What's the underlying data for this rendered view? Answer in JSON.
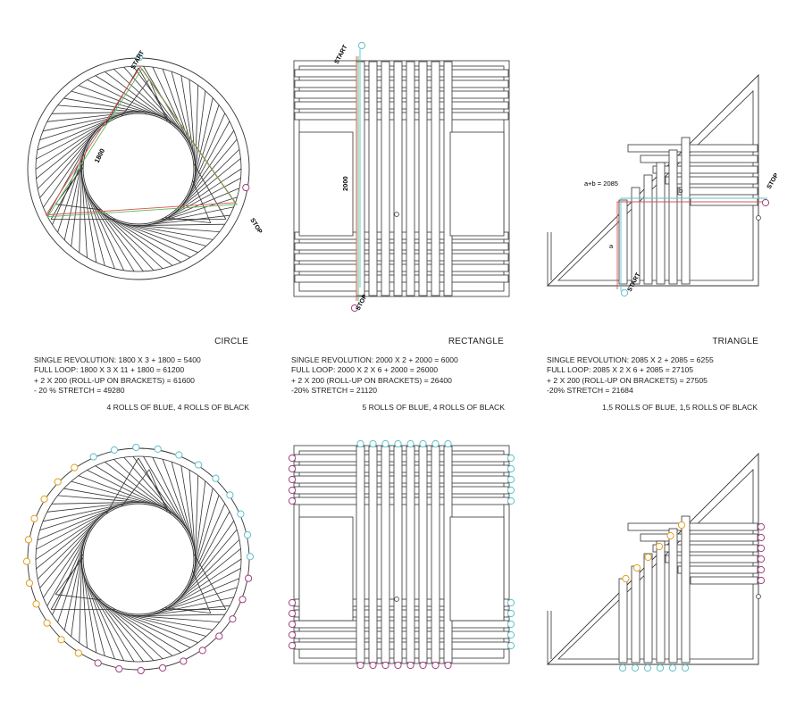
{
  "palette": {
    "line": "#333333",
    "blue_marker": "#5fc1c8",
    "purple_marker": "#a0407f",
    "yellow_marker": "#e0a020",
    "red_route": "#d9534f",
    "green_route": "#5cb85c"
  },
  "circle": {
    "title": "CIRCLE",
    "start_label": "START",
    "stop_label": "STOP",
    "dimension_label": "1800",
    "calc_lines": [
      "SINGLE REVOLUTION: 1800 X 3 + 1800 = 5400",
      "FULL LOOP: 1800 X 3 X 11 + 1800 = 61200",
      "+ 2 X 200 (ROLL-UP ON BRACKETS) = 61600",
      "- 20 % STRETCH = 49280"
    ],
    "rolls": "4 ROLLS OF BLUE, 4 ROLLS OF BLACK"
  },
  "rectangle": {
    "title": "RECTANGLE",
    "start_label": "START",
    "stop_label": "STOP",
    "dimension_label": "2000",
    "calc_lines": [
      "SINGLE REVOLUTION: 2000 X 2 + 2000 = 6000",
      "FULL LOOP: 2000 X 2 X 6 + 2000 = 26000",
      "+ 2 X 200 (ROLL-UP ON BRACKETS) = 26400",
      "-20% STRETCH = 21120"
    ],
    "rolls": "5 ROLLS OF BLUE, 4 ROLLS OF BLACK"
  },
  "triangle": {
    "title": "TRIANGLE",
    "start_label": "START",
    "stop_label": "STOP",
    "sum_label": "a+b = 2085",
    "a_label": "a",
    "b_label": "b",
    "calc_lines": [
      "SINGLE REVOLUTION: 2085 X 2 + 2085 = 6255",
      "FULL LOOP: 2085 X 2 X 6 + 2085 = 27105",
      "+ 2 X 200 (ROLL-UP ON BRACKETS) = 27505",
      "-20% STRETCH = 21684"
    ],
    "rolls": "1,5 ROLLS OF BLUE, 1,5 ROLLS OF BLACK"
  }
}
